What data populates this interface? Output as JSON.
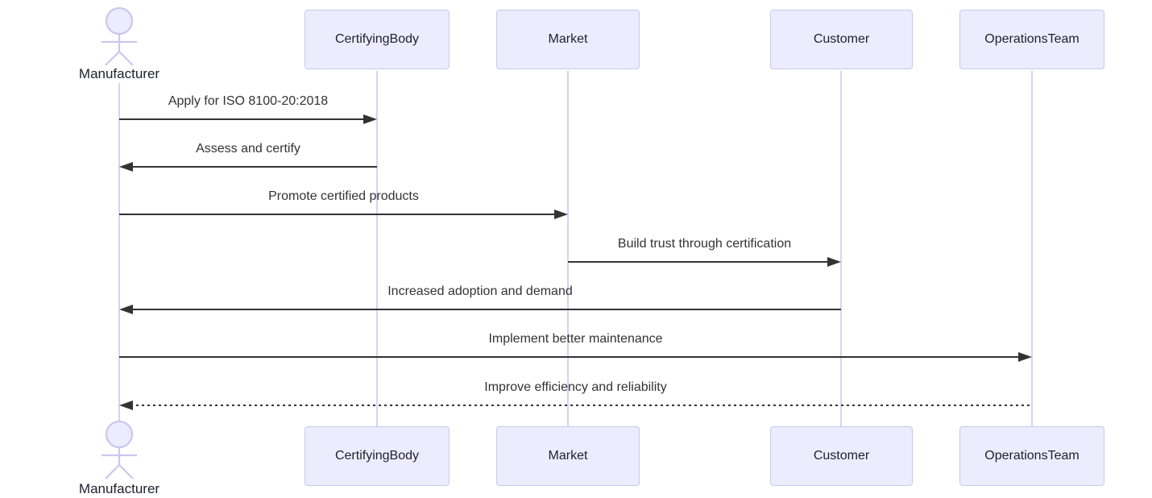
{
  "diagram": {
    "type": "sequence-diagram",
    "actors": [
      {
        "label": "Manufacturer",
        "kind": "actor"
      },
      {
        "label": "CertifyingBody",
        "kind": "participant"
      },
      {
        "label": "Market",
        "kind": "participant"
      },
      {
        "label": "Customer",
        "kind": "participant"
      },
      {
        "label": "OperationsTeam",
        "kind": "participant"
      }
    ],
    "messages": [
      {
        "from": "Manufacturer",
        "to": "CertifyingBody",
        "text": "Apply for ISO 8100-20:2018",
        "line": "solid",
        "direction": "right"
      },
      {
        "from": "CertifyingBody",
        "to": "Manufacturer",
        "text": "Assess and certify",
        "line": "solid",
        "direction": "left"
      },
      {
        "from": "Manufacturer",
        "to": "Market",
        "text": "Promote certified products",
        "line": "solid",
        "direction": "right"
      },
      {
        "from": "Market",
        "to": "Customer",
        "text": "Build trust through certification",
        "line": "solid",
        "direction": "right"
      },
      {
        "from": "Customer",
        "to": "Manufacturer",
        "text": "Increased adoption and demand",
        "line": "solid",
        "direction": "left"
      },
      {
        "from": "Manufacturer",
        "to": "OperationsTeam",
        "text": "Implement better maintenance",
        "line": "solid",
        "direction": "right"
      },
      {
        "from": "OperationsTeam",
        "to": "Manufacturer",
        "text": "Improve efficiency and reliability",
        "line": "dashed",
        "direction": "left"
      }
    ],
    "colors": {
      "participant_fill": "#ECECFF",
      "participant_border": "#CBC7EE",
      "lifeline": "#D7D3F0",
      "arrow": "#333333",
      "text": "#1F1F2E",
      "background": "#FFFFFF"
    }
  }
}
